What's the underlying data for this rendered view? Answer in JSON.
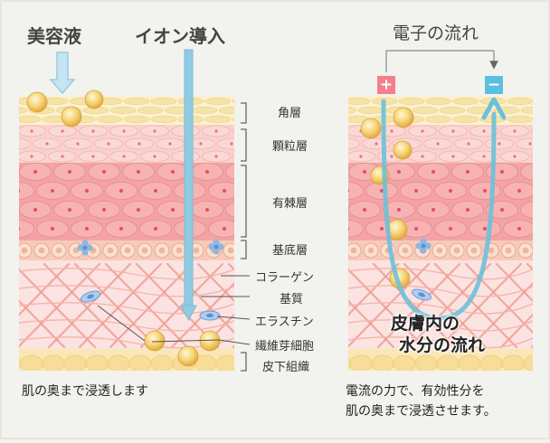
{
  "left_panel": {
    "title_serum": "美容液",
    "title_ion": "イオン導入",
    "caption": "肌の奥まで浸透します"
  },
  "right_panel": {
    "title_current": "電子の流れ",
    "plus_sign": "+",
    "minus_sign": "−",
    "water_flow_line1": "皮膚内の",
    "water_flow_line2": "水分の流れ",
    "caption_line1": "電流の力で、有効性分を",
    "caption_line2": "肌の奥まで浸透させます。"
  },
  "layer_labels": {
    "stratum_corneum": "角層",
    "stratum_granulosum": "顆粒層",
    "stratum_spinosum": "有棘層",
    "stratum_basale": "基底層",
    "collagen": "コラーゲン",
    "matrix": "基質",
    "elastin": "エラスチン",
    "fibroblast": "繊維芽細胞",
    "subcutaneous": "皮下組織"
  },
  "colors": {
    "background": "#f2f2ee",
    "corneum": "#fbf1cf",
    "granulosum": "#f9d2ce",
    "spinosum": "#f3a3a5",
    "basale": "#f7cabb",
    "dermis": "#fbe3e2",
    "fiber": "#ef9a8e",
    "ion_arrow": "#98cde2",
    "plus_electrode": "#f37f8c",
    "minus_electrode": "#5bbfe0",
    "particle": "#f1c15b"
  }
}
